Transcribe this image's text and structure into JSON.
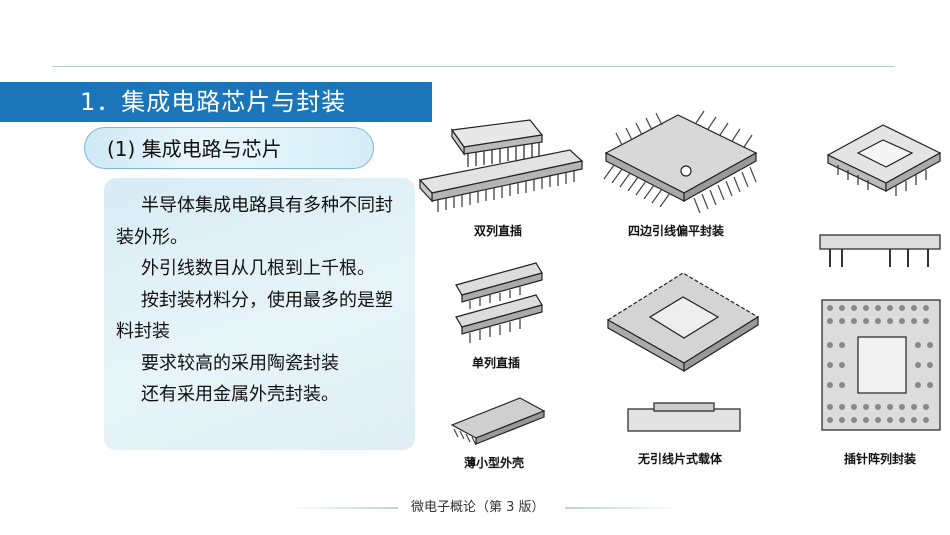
{
  "title": "1．集成电路芯片与封装",
  "subtitle": "(1)  集成电路与芯片",
  "body": [
    "半导体集成电路具有多种不同封装外形。",
    "外引线数目从几根到上千根。",
    "按封装材料分，使用最多的是塑料封装",
    "要求较高的采用陶瓷封装",
    "还有采用金属外壳封装。"
  ],
  "package_labels": {
    "dip": "双列直插",
    "qfp": "四边引线偏平封装",
    "sip": "单列直插",
    "plcc": "无引线片式载体",
    "tsop": "薄小型外壳",
    "pga": "插针阵列封装"
  },
  "footer": "微电子概论（第 3 版）",
  "colors": {
    "title_bar": "#1b75b9",
    "pill": "#d6eef8",
    "text_box": "#e1f0f6"
  }
}
